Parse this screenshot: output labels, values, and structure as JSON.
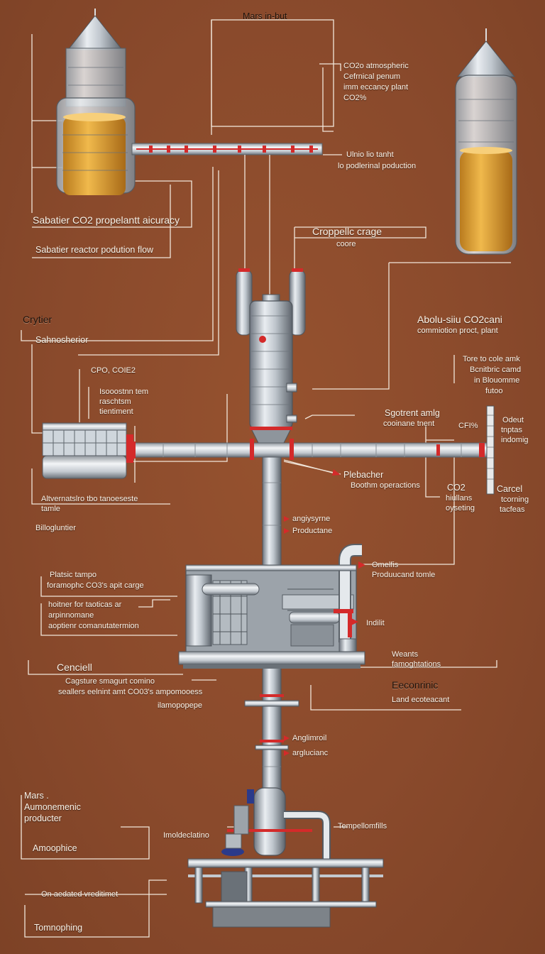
{
  "colors": {
    "background": "#8a4a2c",
    "line": "#f1e6da",
    "steel": "#c9ced3",
    "fluid": "#e6a93c",
    "accent_red": "#d42a2a"
  },
  "labels": {
    "top_title": "Mars in-but",
    "co2_note": [
      "CO2o atmospheric",
      "Cefrnical penum",
      "imm eccancy plant",
      "CO2%"
    ],
    "pipe_note": [
      "Ulnio lio tanht",
      "lo podlerinal poduction"
    ],
    "sabatier_accuracy": "Sabatier CO2 propelantt aicuracy",
    "sabatier_flow": "Sabatier reactor podution flow",
    "croppelic": "Croppellc crage",
    "croppelic_sub": "coore",
    "crystier": "Crytier",
    "atmosphere": "Sahnosherior",
    "insitu": [
      "Abolu-siiu CO2cani",
      "commiotion proct, plant"
    ],
    "co2_box": "CPO, COIE2",
    "heat_note": [
      "Isooostnn tem",
      "raschtsm",
      "tientiment"
    ],
    "right_stack": [
      "Tore to cole amk",
      "Bcnitbric camd",
      "in Blouomme",
      "futoo"
    ],
    "sgotrent": [
      "Sgotrent amlg",
      "cooinane tnent"
    ],
    "cf_pct": "CFI%",
    "right_side": [
      "Odeut",
      "tnptas",
      "indomig"
    ],
    "plebacher": "Plebacher",
    "boottom": "Boothm operactions",
    "co2_sub": "CO2",
    "co2_sub_lines": [
      "hiullans",
      "oyseting"
    ],
    "carsel": [
      "Carcel",
      "tcorning",
      "tacfeas"
    ],
    "altrnate": [
      "Altvernatslro tbo tanoeseste",
      "tamle"
    ],
    "billagluntier": "Billogluntier",
    "anglysyne": "angiysyrne",
    "producane": "Productane",
    "plastic_note": [
      "Platsic tampo",
      "foramophc CO3's apit carge"
    ],
    "hydroge": [
      "hoitner for taoticas ar",
      "arpinnomane",
      "aoptienr comanutatermion"
    ],
    "omelfis": [
      "Omelfis",
      "Produucand tomle"
    ],
    "indlit": "Indilit",
    "cenciell": "Cenciell",
    "waste": [
      "Weants",
      "famoghtations"
    ],
    "capture": [
      "Cagsture smagurt comino",
      "seallers eelnint amt CO03's ampomooess",
      "ilamopopepe"
    ],
    "econ": "Eeconrinic",
    "land": "Land ecoteacant",
    "anglim": "Anglimroil",
    "argluciane": "arglucianc",
    "mars_auto": [
      "Mars .",
      "Aumonemenic",
      "producter"
    ],
    "amophice": "Amoophice",
    "limolidatino": "Imoldeclatino",
    "tempeiromfilis": "Tempellomfills",
    "on_sedated": "On aedated vreditimet",
    "tomnophing": "Tomnophing"
  }
}
